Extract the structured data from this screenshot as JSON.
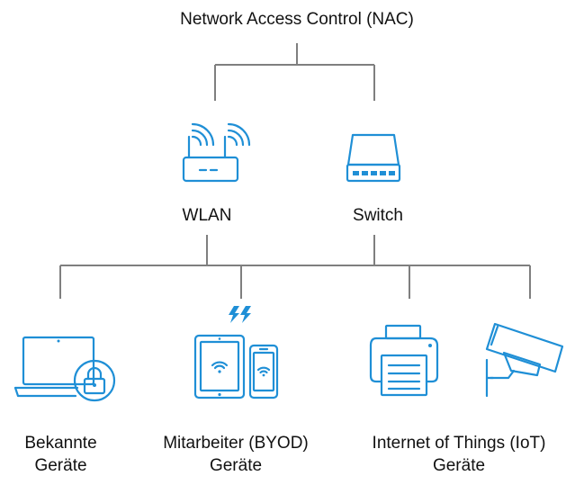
{
  "title": "Network Access Control (NAC)",
  "hubs": {
    "wlan": {
      "label": "WLAN",
      "icon": "wifi-router-icon"
    },
    "switch": {
      "label": "Switch",
      "icon": "network-switch-icon"
    }
  },
  "endpoints": [
    {
      "line1": "Bekannte",
      "line2": "Geräte",
      "icon": "laptop-lock-icon"
    },
    {
      "line1": "Mitarbeiter (BYOD)",
      "line2": "Geräte",
      "icon": "tablet-phone-icon"
    },
    {
      "line1": "Internet of Things (IoT)",
      "line2": "Geräte",
      "icon": "printer-camera-icon"
    }
  ],
  "colors": {
    "accent": "#1f8fd6",
    "connector": "#7f7f7f",
    "text": "#111111"
  }
}
